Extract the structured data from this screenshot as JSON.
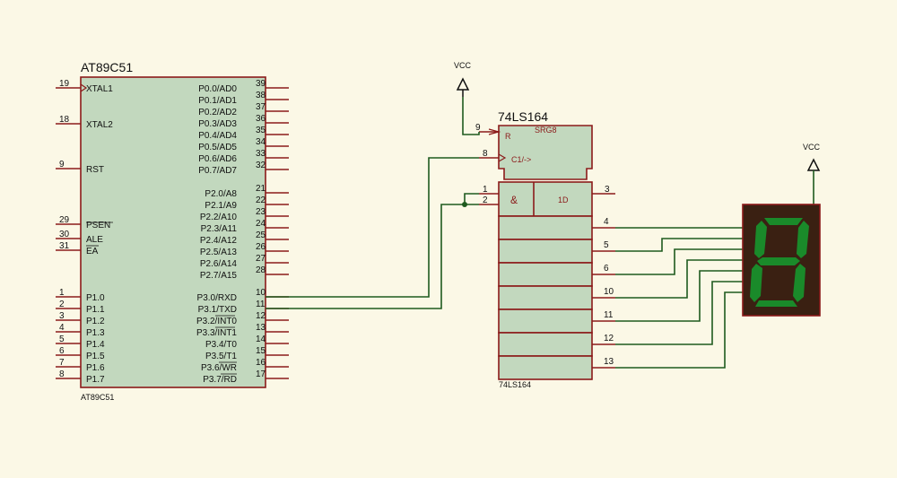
{
  "colors": {
    "background": "#fbf8e6",
    "chip_fill": "#c2d8be",
    "pin": "#8b1a1a",
    "wire": "#1e5a1e",
    "display_body": "#3a2012",
    "segment": "#1a8a2a"
  },
  "mcu": {
    "name_top": "AT89C51",
    "name_bottom": "AT89C51",
    "left_pins": [
      {
        "num": "19",
        "label": "XTAL1"
      },
      {
        "num": "18",
        "label": "XTAL2"
      },
      {
        "num": "9",
        "label": "RST"
      },
      {
        "num": "29",
        "label": "PSEN"
      },
      {
        "num": "30",
        "label": "ALE"
      },
      {
        "num": "31",
        "label": "EA"
      },
      {
        "num": "1",
        "label": "P1.0"
      },
      {
        "num": "2",
        "label": "P1.1"
      },
      {
        "num": "3",
        "label": "P1.2"
      },
      {
        "num": "4",
        "label": "P1.3"
      },
      {
        "num": "5",
        "label": "P1.4"
      },
      {
        "num": "6",
        "label": "P1.5"
      },
      {
        "num": "7",
        "label": "P1.6"
      },
      {
        "num": "8",
        "label": "P1.7"
      }
    ],
    "right_pins": [
      {
        "num": "39",
        "label": "P0.0/AD0"
      },
      {
        "num": "38",
        "label": "P0.1/AD1"
      },
      {
        "num": "37",
        "label": "P0.2/AD2"
      },
      {
        "num": "36",
        "label": "P0.3/AD3"
      },
      {
        "num": "35",
        "label": "P0.4/AD4"
      },
      {
        "num": "34",
        "label": "P0.5/AD5"
      },
      {
        "num": "33",
        "label": "P0.6/AD6"
      },
      {
        "num": "32",
        "label": "P0.7/AD7"
      },
      {
        "num": "21",
        "label": "P2.0/A8"
      },
      {
        "num": "22",
        "label": "P2.1/A9"
      },
      {
        "num": "23",
        "label": "P2.2/A10"
      },
      {
        "num": "24",
        "label": "P2.3/A11"
      },
      {
        "num": "25",
        "label": "P2.4/A12"
      },
      {
        "num": "26",
        "label": "P2.5/A13"
      },
      {
        "num": "27",
        "label": "P2.6/A14"
      },
      {
        "num": "28",
        "label": "P2.7/A15"
      },
      {
        "num": "10",
        "label": "P3.0/RXD"
      },
      {
        "num": "11",
        "label": "P3.1/TXD"
      },
      {
        "num": "12",
        "label": "P3.2/INT0"
      },
      {
        "num": "13",
        "label": "P3.3/INT1"
      },
      {
        "num": "14",
        "label": "P3.4/T0"
      },
      {
        "num": "15",
        "label": "P3.5/T1"
      },
      {
        "num": "16",
        "label": "P3.6/WR"
      },
      {
        "num": "17",
        "label": "P3.7/RD"
      }
    ]
  },
  "shift_register": {
    "name_top": "74LS164",
    "name_bottom": "74LS164",
    "type_label": "SRG8",
    "reset_label": "R",
    "clock_label": "C1/->",
    "and_label": "&",
    "data_label": "1D",
    "pin_reset": "9",
    "pin_clock": "8",
    "pin_in1": "1",
    "pin_in2": "2",
    "pin_out0": "3",
    "output_pins": [
      "4",
      "5",
      "6",
      "10",
      "11",
      "12",
      "13"
    ]
  },
  "power": {
    "vcc1": "VCC",
    "vcc2": "VCC"
  },
  "display": {
    "digit_shown": "8"
  }
}
